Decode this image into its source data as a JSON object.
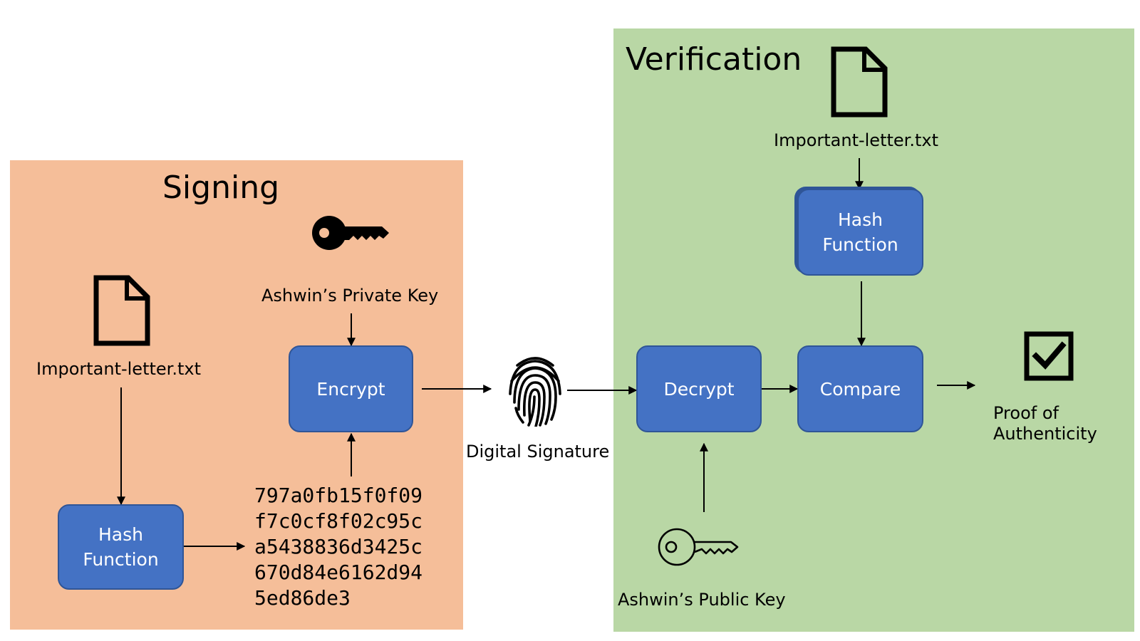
{
  "signing": {
    "title": "Signing",
    "file_label": "Important-letter.txt",
    "private_key_label": "Ashwin’s Private Key",
    "hash_box": "Hash\nFunction",
    "encrypt_box": "Encrypt",
    "hash_value": "797a0fb15f0f09\nf7c0cf8f02c95c\na5438836d3425c\n670d84e6162d94\n5ed86de3"
  },
  "signature": {
    "label": "Digital Signature"
  },
  "verification": {
    "title": "Verification",
    "file_label": "Important-letter.txt",
    "hash_box": "Hash\nFunction",
    "decrypt_box": "Decrypt",
    "compare_box": "Compare",
    "public_key_label": "Ashwin’s Public Key",
    "proof_label": "Proof of\nAuthenticity"
  },
  "colors": {
    "signing_panel": "#F5BE99",
    "verification_panel": "#B9D7A5",
    "process_box": "#4472C4",
    "process_border": "#2F5597"
  },
  "icons": {
    "file": "document-icon",
    "private_key": "key-icon",
    "public_key": "key-outline-icon",
    "signature": "fingerprint-icon",
    "proof": "checkbox-checked-icon"
  }
}
